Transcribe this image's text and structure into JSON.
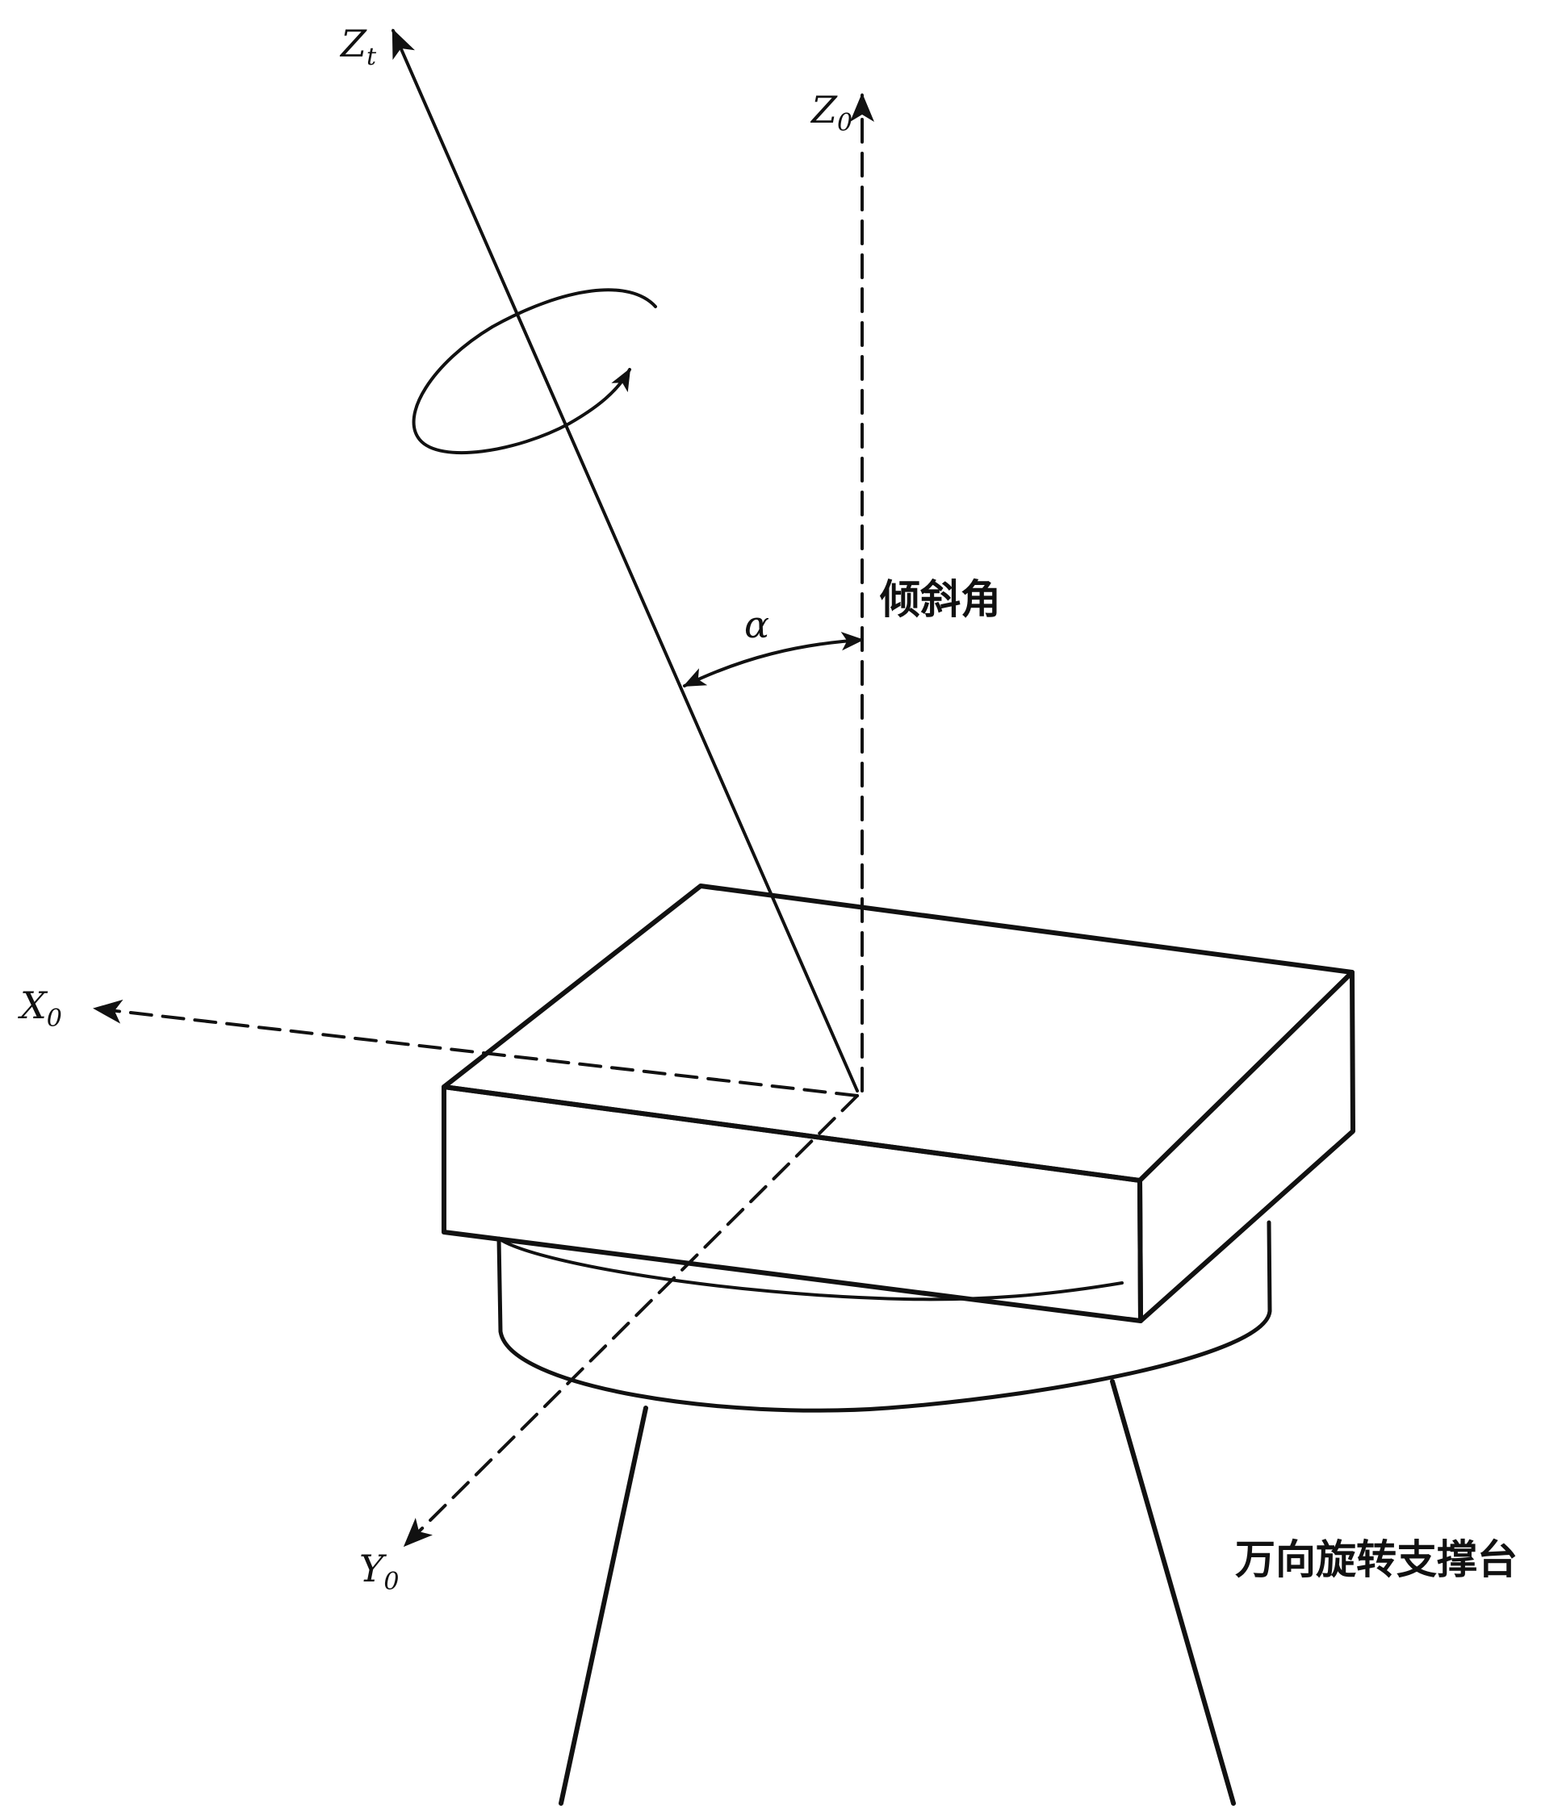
{
  "labels": {
    "z_tilted": {
      "main": "Z",
      "sub": "t"
    },
    "z_zero": {
      "main": "Z",
      "sub": "0"
    },
    "x_zero": {
      "main": "X",
      "sub": "0"
    },
    "y_zero": {
      "main": "Y",
      "sub": "0"
    },
    "alpha": "α",
    "tilt_angle": "倾斜角",
    "support": "万向旋转支撑台"
  }
}
